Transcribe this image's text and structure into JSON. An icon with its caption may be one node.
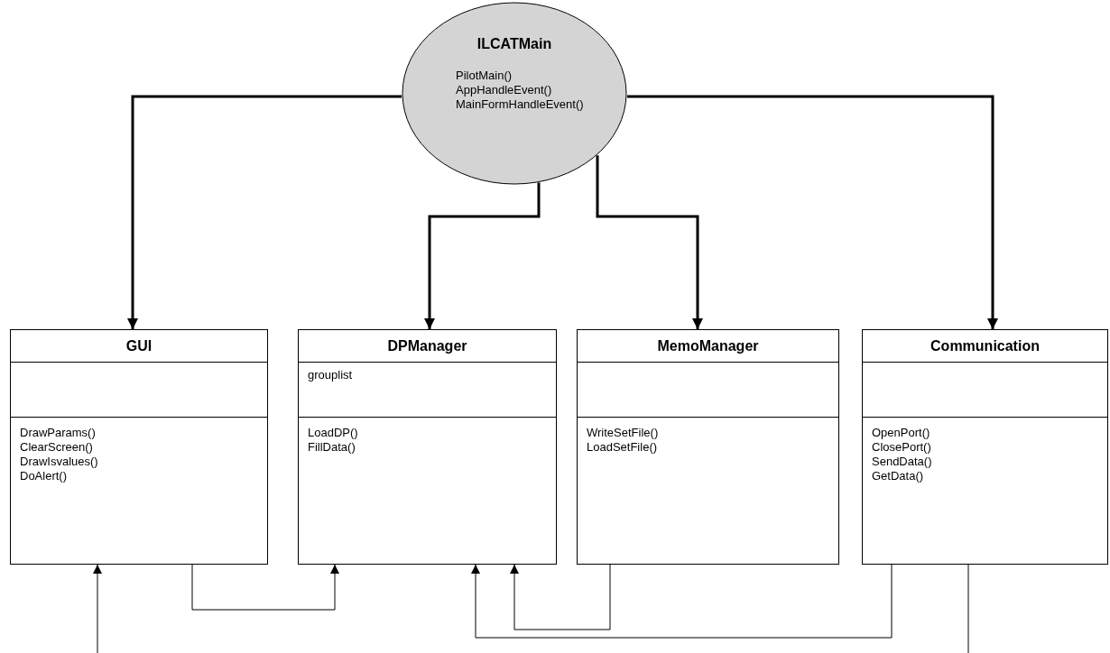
{
  "diagram": {
    "nodes": [
      {
        "text": [
          "ILCATMain",
          "PilotMain() AppHandleEvent() MainFormHandleEvent()"
        ]
      },
      {
        "text": [
          "GUI",
          "DrawParams() ClearScreen() DrawIsvalues() DoAlert()"
        ]
      },
      {
        "text": [
          "DPManager",
          "grouplist",
          "LoadDP() FillData()"
        ]
      },
      {
        "text": [
          "MemoManager",
          "WriteSetFile() LoadSetFile()"
        ]
      },
      {
        "text": [
          "Communication",
          "OpenPort() ClosePort() SendData() GetData()"
        ]
      }
    ],
    "edges": [
      {
        "from": 0,
        "to": 1,
        "arrow": "to",
        "style": "thick"
      },
      {
        "from": 0,
        "to": 2,
        "arrow": "to",
        "style": "thick"
      },
      {
        "from": 0,
        "to": 3,
        "arrow": "to",
        "style": "thick"
      },
      {
        "from": 0,
        "to": 4,
        "arrow": "to",
        "style": "thick"
      },
      {
        "from": 1,
        "to": 2,
        "arrow": "to"
      },
      {
        "from": 3,
        "to": 2,
        "arrow": "to"
      },
      {
        "from": 4,
        "to": 2,
        "arrow": "to"
      },
      {
        "from": null,
        "to": 1,
        "arrow": "to"
      },
      {
        "from": 4,
        "to": null,
        "arrow": "none"
      }
    ]
  }
}
